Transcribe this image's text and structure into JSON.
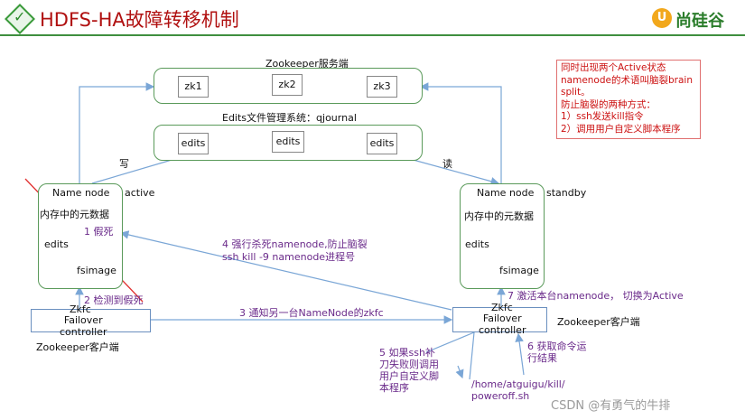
{
  "header": {
    "title": "HDFS-HA故障转移机制",
    "logo_text": "尚硅谷",
    "logo_mark": "U"
  },
  "zookeeper": {
    "title": "Zookeeper服务端",
    "nodes": [
      "zk1",
      "zk2",
      "zk3"
    ]
  },
  "edits_system": {
    "title": "Edits文件管理系统：qjournal",
    "nodes": [
      "edits",
      "edits",
      "edits"
    ]
  },
  "left_namenode": {
    "name": "Name node",
    "state": "active",
    "meta": "内存中的元数据",
    "edits": "edits",
    "fsimage": "fsimage"
  },
  "right_namenode": {
    "name": "Name node",
    "state": "standby",
    "meta": "内存中的元数据",
    "edits": "edits",
    "fsimage": "fsimage"
  },
  "left_zkfc": {
    "top_label": "Zkfc",
    "text": "Failover\ncontroller",
    "client_label": "Zookeeper客户端"
  },
  "right_zkfc": {
    "top_label": "Zkfc",
    "text": "Failover\ncontroller",
    "client_label": "Zookeeper客户端"
  },
  "arrows": {
    "write": "写",
    "read": "读"
  },
  "steps": {
    "s1": "1 假死",
    "s2": "2 检测到假死",
    "s3": "3 通知另一台NameNode的zkfc",
    "s4_line1": "4 强行杀死namenode,防止脑裂",
    "s4_line2": "ssh kill -9 namenode进程号",
    "s5": "5 如果ssh补\n刀失败则调用\n用户自定义脚\n本程序",
    "s6": "6 获取命令运\n行结果",
    "s7": "7 激活本台namenode， 切换为Active"
  },
  "script_path": "/home/atguigu/kill/\npoweroff.sh",
  "note": {
    "lines": [
      "同时出现两个Active状态",
      "namenode的术语叫脑裂brain",
      "split。",
      "防止脑裂的两种方式：",
      "1）ssh发送kill指令",
      "2）调用用户自定义脚本程序"
    ]
  },
  "watermark": "CSDN @有勇气的牛排",
  "colors": {
    "title": "#b01010",
    "panel_border": "#5a9a5a",
    "arrow": "#7aa6d6",
    "step_text": "#6a2a8a",
    "note_text": "#cc1111",
    "cross_line": "#e03030"
  }
}
